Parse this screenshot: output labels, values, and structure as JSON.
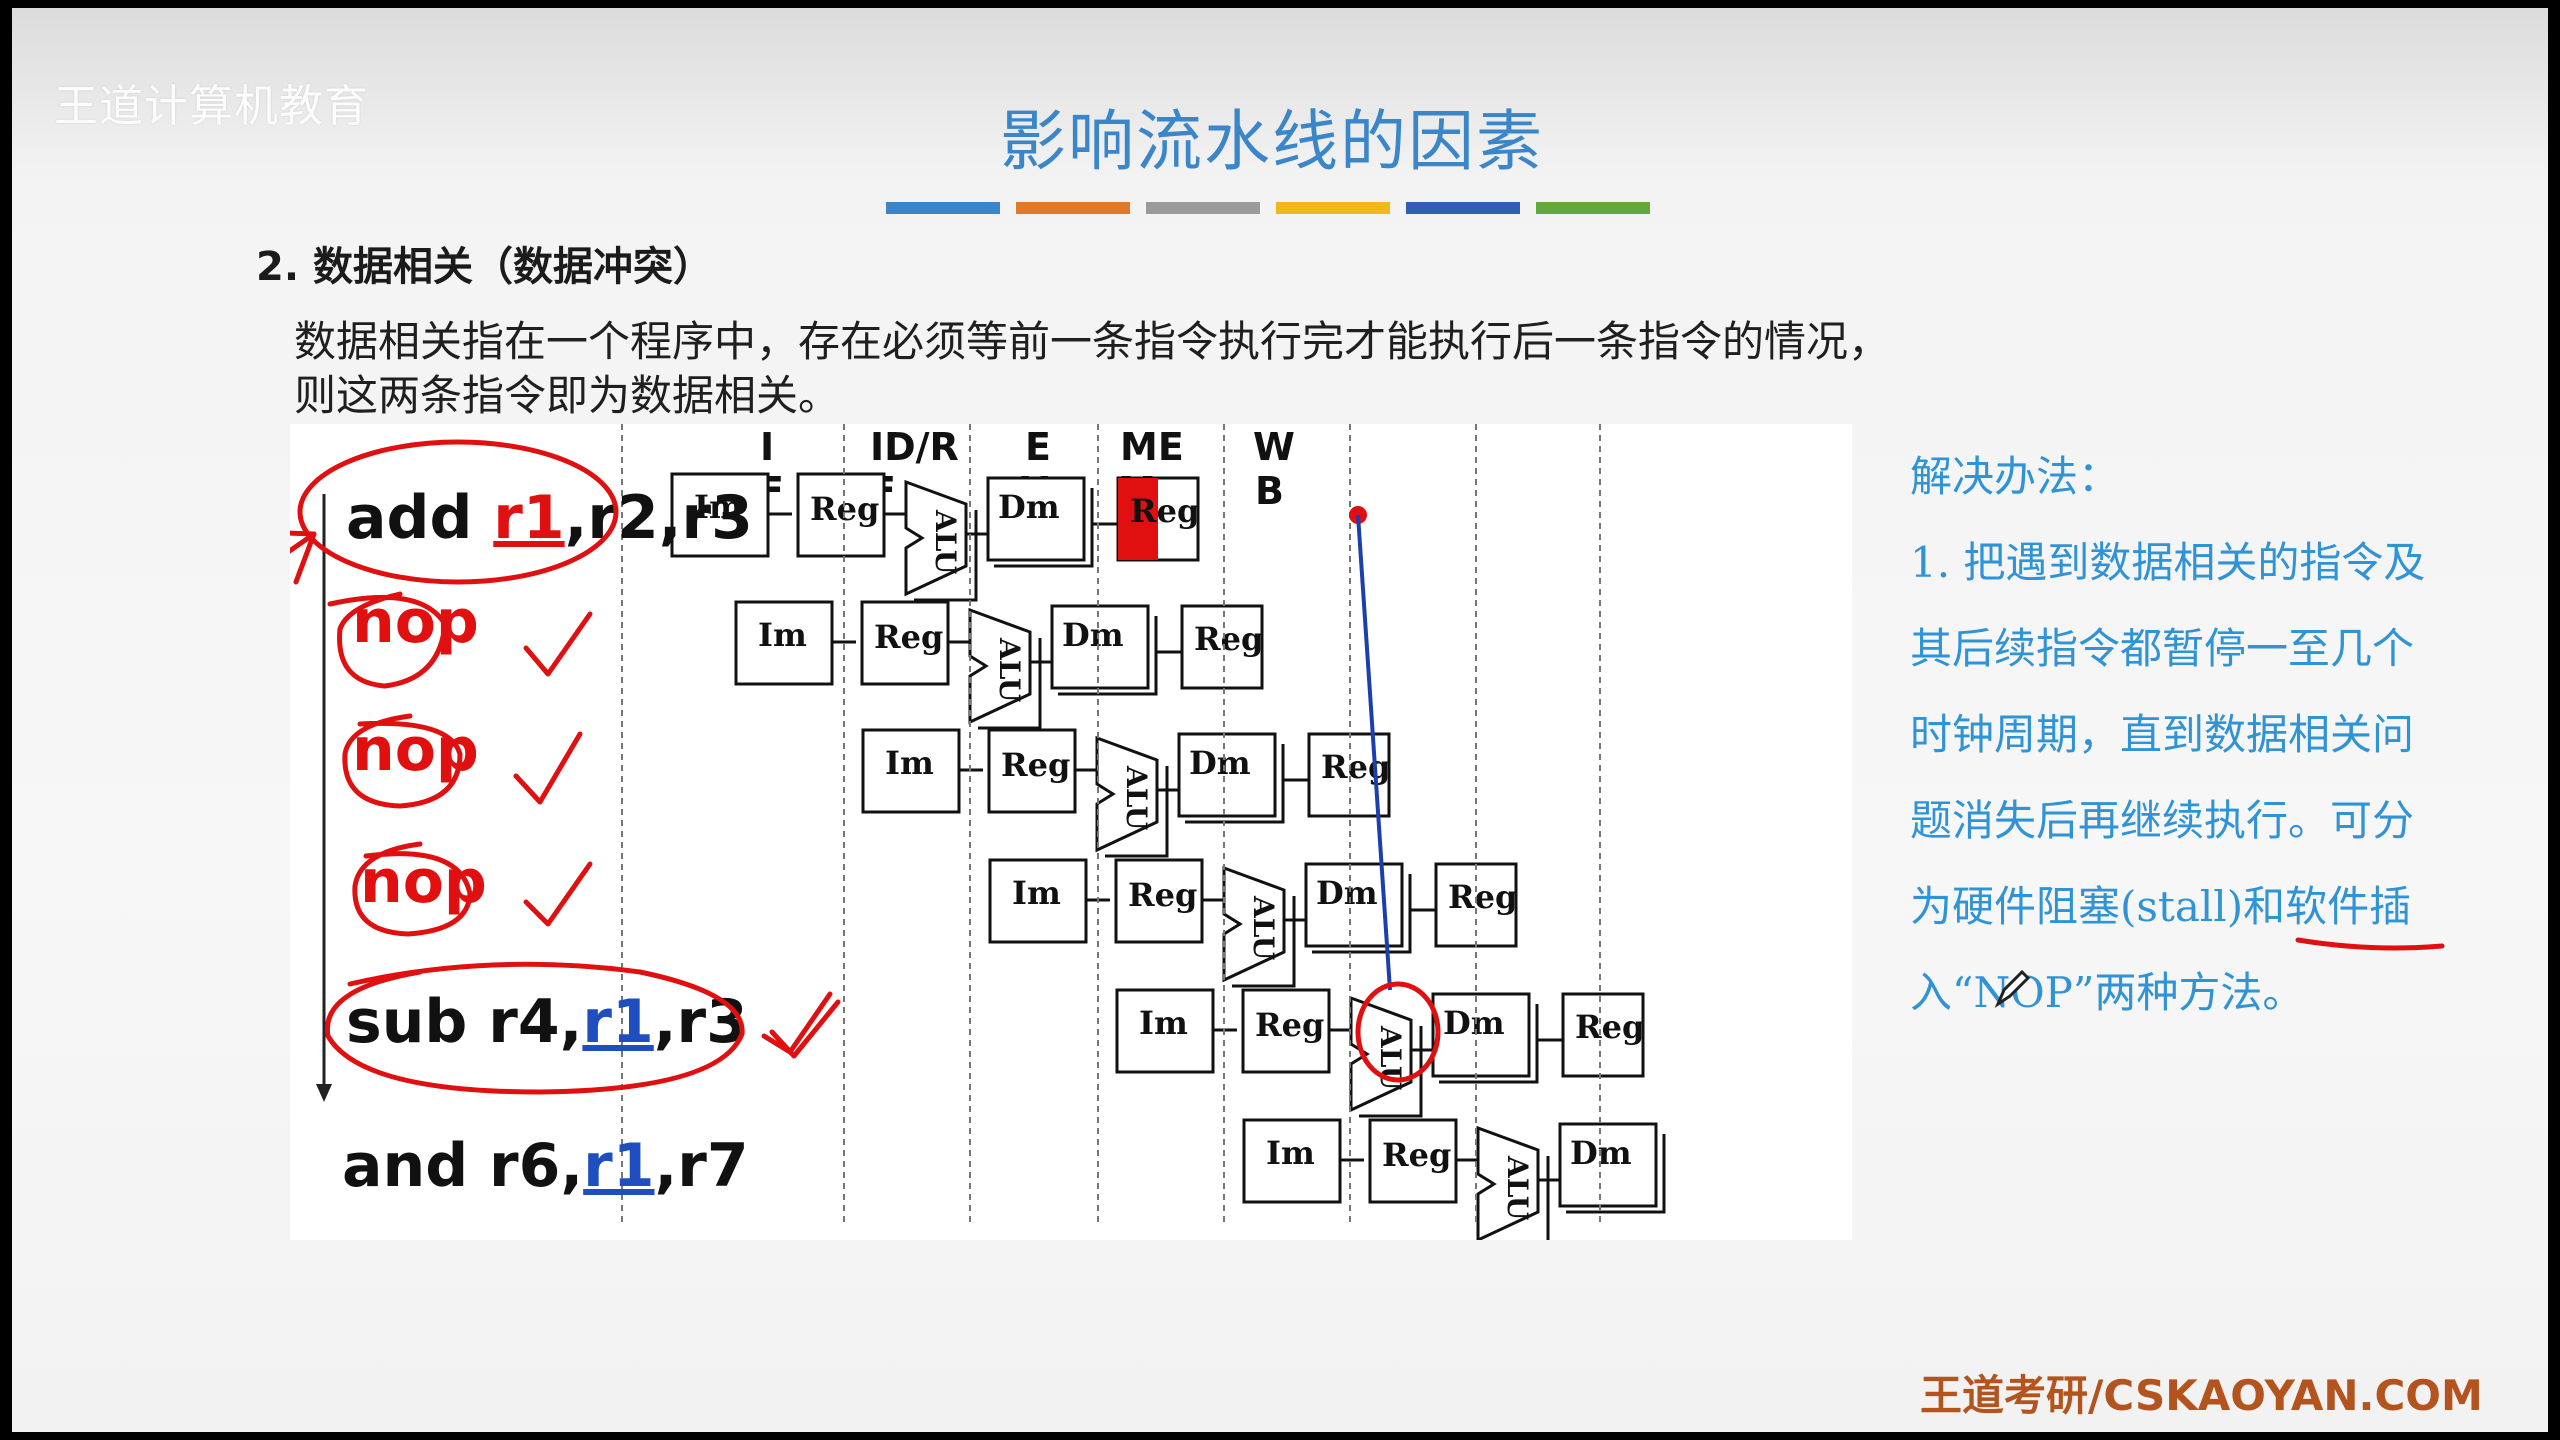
{
  "watermark": "王道计算机教育",
  "title": "影响流水线的因素",
  "colorbar": [
    "#3a86c8",
    "#e07a2a",
    "#9a9a9a",
    "#f0b81a",
    "#2f5fb3",
    "#63a83c"
  ],
  "heading": "2. 数据相关（数据冲突）",
  "paragraph": {
    "line1": "数据相关指在一个程序中，存在必须等前一条指令执行完才能执行后一条指令的情况，",
    "line2": "则这两条指令即为数据相关。"
  },
  "diagram": {
    "stage_headers": [
      "I",
      "ID/R",
      "E",
      "ME",
      "W"
    ],
    "stage_headers_second_line": [
      "F",
      "F",
      "X",
      "M",
      "B"
    ],
    "instructions": [
      {
        "op": "add ",
        "reg_dest": "r1",
        "rest": ",r2,r3"
      },
      {
        "op": "nop"
      },
      {
        "op": "nop"
      },
      {
        "op": "nop"
      },
      {
        "op": "sub r4,",
        "reg_src": "r1",
        "rest": ",r3"
      },
      {
        "op": "and r6,",
        "reg_src": "r1",
        "rest": ",r7"
      }
    ],
    "stage_labels": {
      "im": "Im",
      "reg": "Reg",
      "alu": "ALU",
      "dm": "Dm"
    },
    "colors": {
      "hazard_fill": "#e01010",
      "forward_line": "#1c3fb0",
      "annotation": "#e01010",
      "dest_reg": "#e01010",
      "src_reg": "#1f4fbf"
    }
  },
  "solution": {
    "title": "解决办法：",
    "lines": [
      "1. 把遇到数据相关的指令及",
      "其后续指令都暂停一至几个",
      "时钟周期，直到数据相关问",
      "题消失后再继续执行。可分",
      "为硬件阻塞(stall)和软件插",
      "入“NOP”两种方法。"
    ]
  },
  "footer": "王道考研/CSKAOYAN.COM"
}
